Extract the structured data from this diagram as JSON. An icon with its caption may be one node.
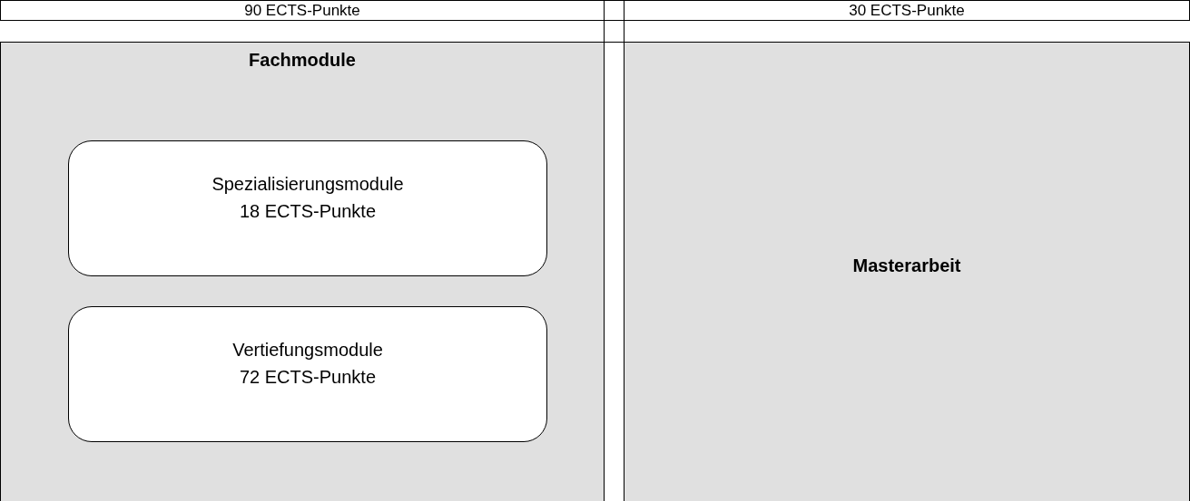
{
  "diagram": {
    "nodes": [
      {
        "text": [
          "Fachmodule"
        ]
      },
      {
        "text": [
          "Spezialisierungsmodule",
          "18 ECTS-Punkte"
        ],
        "in": 0
      },
      {
        "text": [
          "Vertiefungsmodule",
          "72 ECTS-Punkte"
        ],
        "in": 0
      },
      {
        "text": [
          "Masterarbeit"
        ]
      }
    ],
    "labels": [
      "90 ECTS-Punkte",
      "30 ECTS-Punkte"
    ]
  }
}
